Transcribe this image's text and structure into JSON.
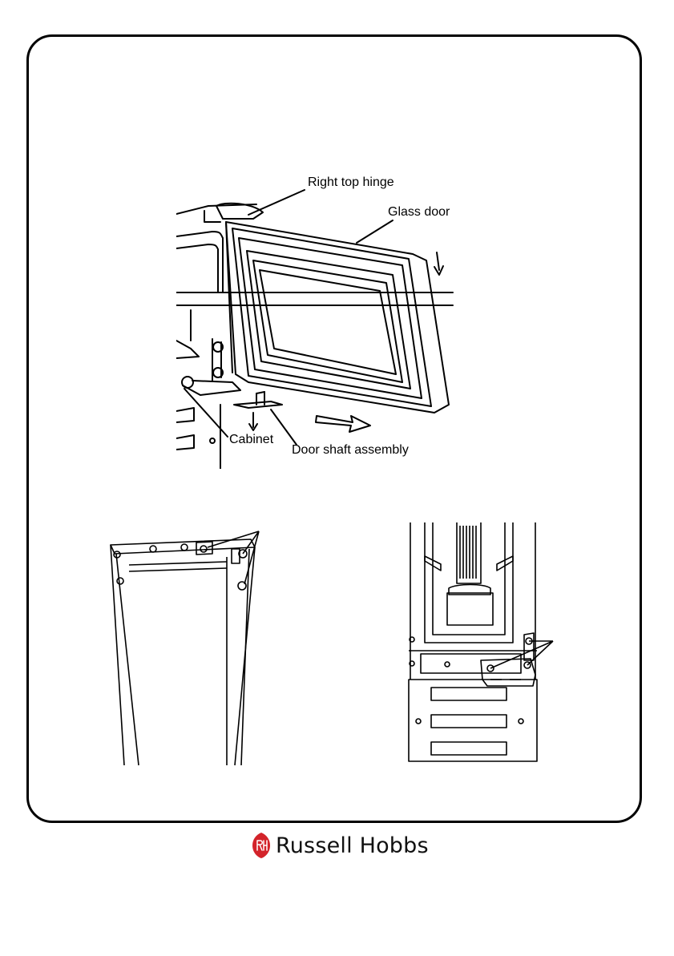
{
  "diagram": {
    "labels": {
      "right_top_hinge": "Right top hinge",
      "glass_door": "Glass door",
      "cabinet": "Cabinet",
      "door_shaft_assembly": "Door shaft assembly"
    }
  },
  "brand": {
    "name": "Russell Hobbs",
    "logo_monogram": "RH",
    "logo_color": "#d3232a",
    "icon": "russell-hobbs-logo-icon"
  }
}
